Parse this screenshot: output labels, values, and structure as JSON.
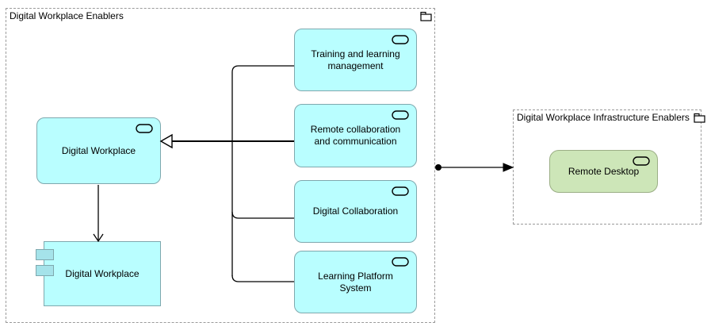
{
  "groups": {
    "workplace": {
      "title": "Digital Workplace Enablers",
      "icon": "folder-icon"
    },
    "infrastructure": {
      "title": "Digital Workplace Infrastructure Enablers",
      "icon": "folder-icon"
    }
  },
  "nodes": {
    "training": {
      "label": "Training and learning management",
      "type": "application-service"
    },
    "remote_collaboration": {
      "label": "Remote collaboration and communication",
      "type": "application-service"
    },
    "digital_collaboration": {
      "label": "Digital Collaboration",
      "type": "application-service"
    },
    "learning_platform": {
      "label": "Learning Platform System",
      "type": "application-service"
    },
    "digital_workplace_service": {
      "label": "Digital Workplace",
      "type": "application-service"
    },
    "digital_workplace_component": {
      "label": "Digital Workplace",
      "type": "application-component"
    },
    "remote_desktop": {
      "label": "Remote Desktop",
      "type": "technology-service"
    }
  },
  "edges": [
    {
      "from": "training",
      "to": "digital_workplace_service",
      "style": "hollow-triangle-arrow"
    },
    {
      "from": "remote_collaboration",
      "to": "digital_workplace_service",
      "style": "hollow-triangle-arrow"
    },
    {
      "from": "digital_collaboration",
      "to": "digital_workplace_service",
      "style": "hollow-triangle-arrow"
    },
    {
      "from": "learning_platform",
      "to": "digital_workplace_service",
      "style": "hollow-triangle-arrow"
    },
    {
      "from": "digital_workplace_service",
      "to": "digital_workplace_component",
      "style": "open-arrow"
    },
    {
      "from": "junction-dot",
      "to": "infrastructure",
      "style": "solid-arrow"
    }
  ],
  "colors": {
    "service_fill": "#b9feff",
    "service_border": "#7fa8ae",
    "component_tab_fill": "#a5e3ea",
    "tech_fill": "#cde6b8",
    "tech_border": "#9bae85",
    "group_border": "#9a9a9a",
    "connector": "#000000"
  }
}
